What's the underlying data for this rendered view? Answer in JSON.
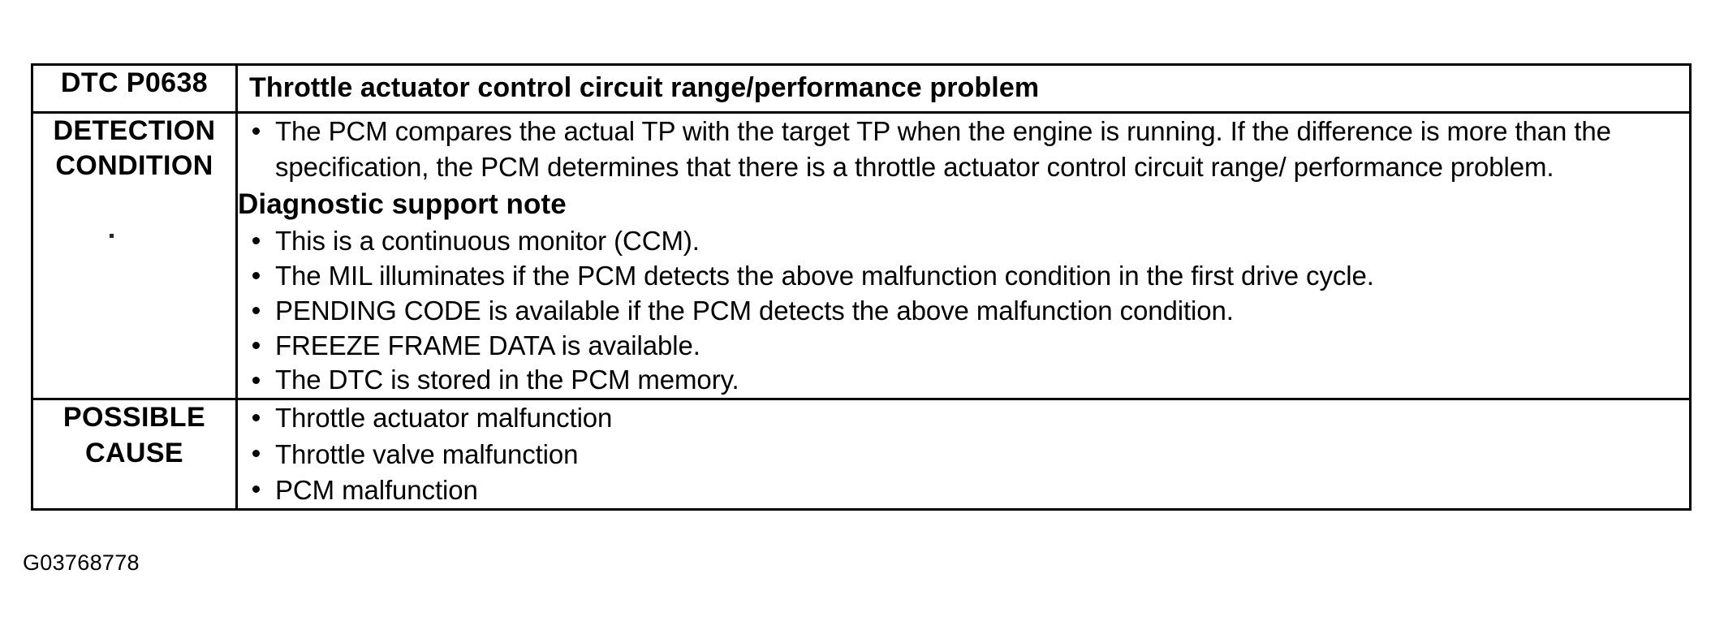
{
  "document": {
    "caption": "G03768778"
  },
  "table": {
    "header": {
      "code_label": "DTC P0638",
      "title": "Throttle actuator control circuit range/performance problem"
    },
    "rows": [
      {
        "label_lines": [
          "DETECTION",
          "CONDITION"
        ],
        "intro_bullets": [
          "The PCM compares the actual TP with the target TP when the engine is running. If the difference is more than the specification, the PCM determines that there is a throttle actuator control circuit range/ performance problem."
        ],
        "subheading": "Diagnostic support note",
        "bullets": [
          "This is a continuous monitor (CCM).",
          "The MIL illuminates if the PCM detects the above malfunction condition in the first drive cycle.",
          "PENDING CODE is available if the PCM detects the above malfunction condition.",
          "FREEZE FRAME DATA is available.",
          "The DTC is stored in the PCM memory."
        ]
      },
      {
        "label_lines": [
          "POSSIBLE",
          "CAUSE"
        ],
        "bullets": [
          "Throttle actuator malfunction",
          "Throttle valve malfunction",
          "PCM malfunction"
        ]
      }
    ]
  }
}
